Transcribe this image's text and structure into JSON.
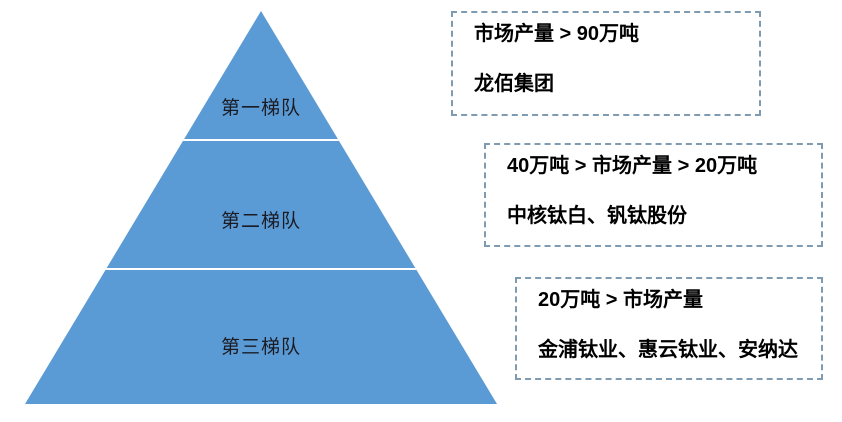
{
  "pyramid": {
    "fill_color": "#5B9BD5",
    "divider_color": "#FFFFFF",
    "tiers": [
      {
        "label": "第一梯队"
      },
      {
        "label": "第二梯队"
      },
      {
        "label": "第三梯队"
      }
    ]
  },
  "boxes": [
    {
      "criteria": "市场产量 > 90万吨",
      "companies": "龙佰集团"
    },
    {
      "criteria": "40万吨 > 市场产量 > 20万吨",
      "companies": "中核钛白、钒钛股份"
    },
    {
      "criteria": "20万吨 > 市场产量",
      "companies": "金浦钛业、惠云钛业、安纳达"
    }
  ],
  "box_border_color": "#7E9BB1"
}
